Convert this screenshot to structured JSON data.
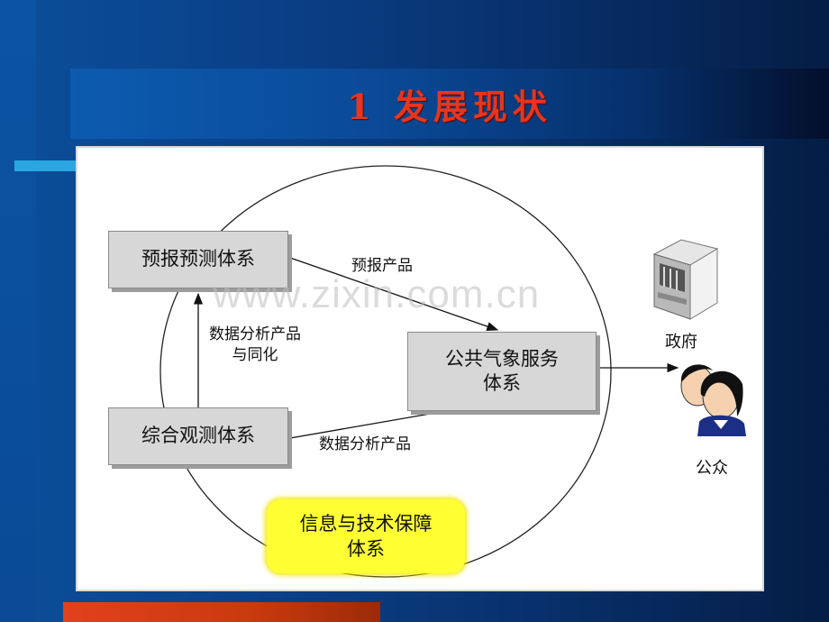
{
  "slide": {
    "title": "1 发展现状"
  },
  "diagram": {
    "forecast_box": "预报预测体系",
    "observation_box": "综合观测体系",
    "public_service_box": "公共气象服务\n体系",
    "info_tech_box": "信息与技术保障\n体系",
    "label_forecast_products": "预报产品",
    "label_data_products_assim": "数据分析产品\n与同化",
    "label_data_products": "数据分析产品",
    "government_label": "政府",
    "public_label": "公众",
    "government_icon": "government-building-icon",
    "public_icon": "people-icon"
  },
  "watermark": "www.zixin.com.cn",
  "colors": {
    "title": "#e8351d",
    "info_box": "#ffff33",
    "accent": "#2aa6e0"
  }
}
